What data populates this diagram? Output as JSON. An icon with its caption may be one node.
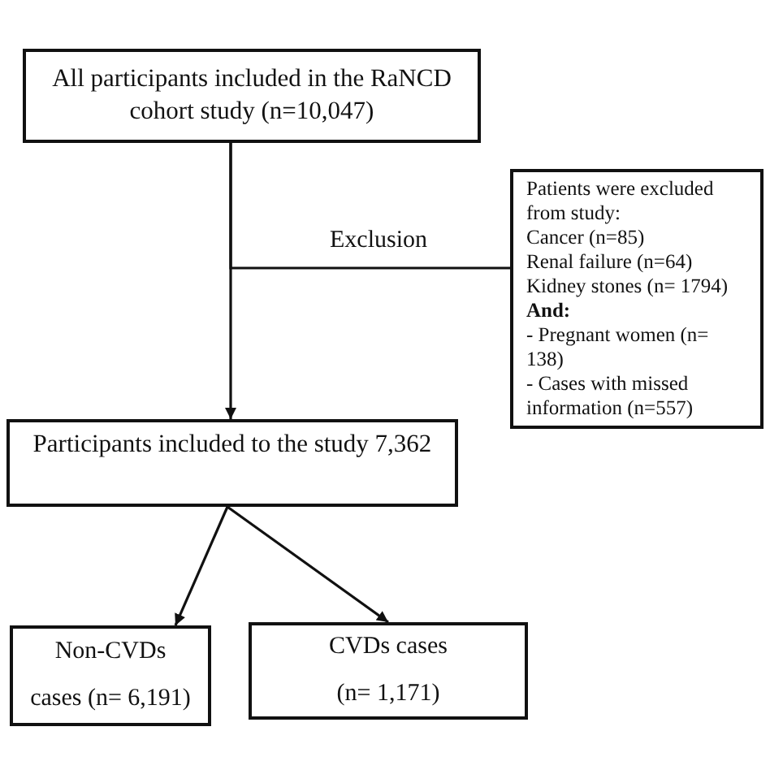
{
  "diagram": {
    "nodes": [
      {
        "text": [
          "All participants included in the RaNCD cohort study (n=10,047)"
        ]
      },
      {
        "text": [
          "Patients were excluded from study:",
          "Cancer (n=85)",
          "Renal failure (n=64)",
          "Kidney stones (n= 1794)",
          "And:",
          "- Pregnant women (n= 138)",
          "- Cases with missed information (n=557)"
        ]
      },
      {
        "text": [
          "Participants included to the study 7,362"
        ]
      },
      {
        "text": [
          "Non-CVDs",
          "cases (n= 6,191)"
        ]
      },
      {
        "text": [
          "CVDs cases",
          "(n= 1,171)"
        ]
      }
    ],
    "edges": [
      {
        "from": 0,
        "to": 2,
        "arrow": "to"
      },
      {
        "from": 0,
        "to": 1,
        "arrow": "none",
        "label": "Exclusion"
      },
      {
        "from": 2,
        "to": 3,
        "arrow": "to"
      },
      {
        "from": 2,
        "to": 4,
        "arrow": "to"
      }
    ]
  }
}
